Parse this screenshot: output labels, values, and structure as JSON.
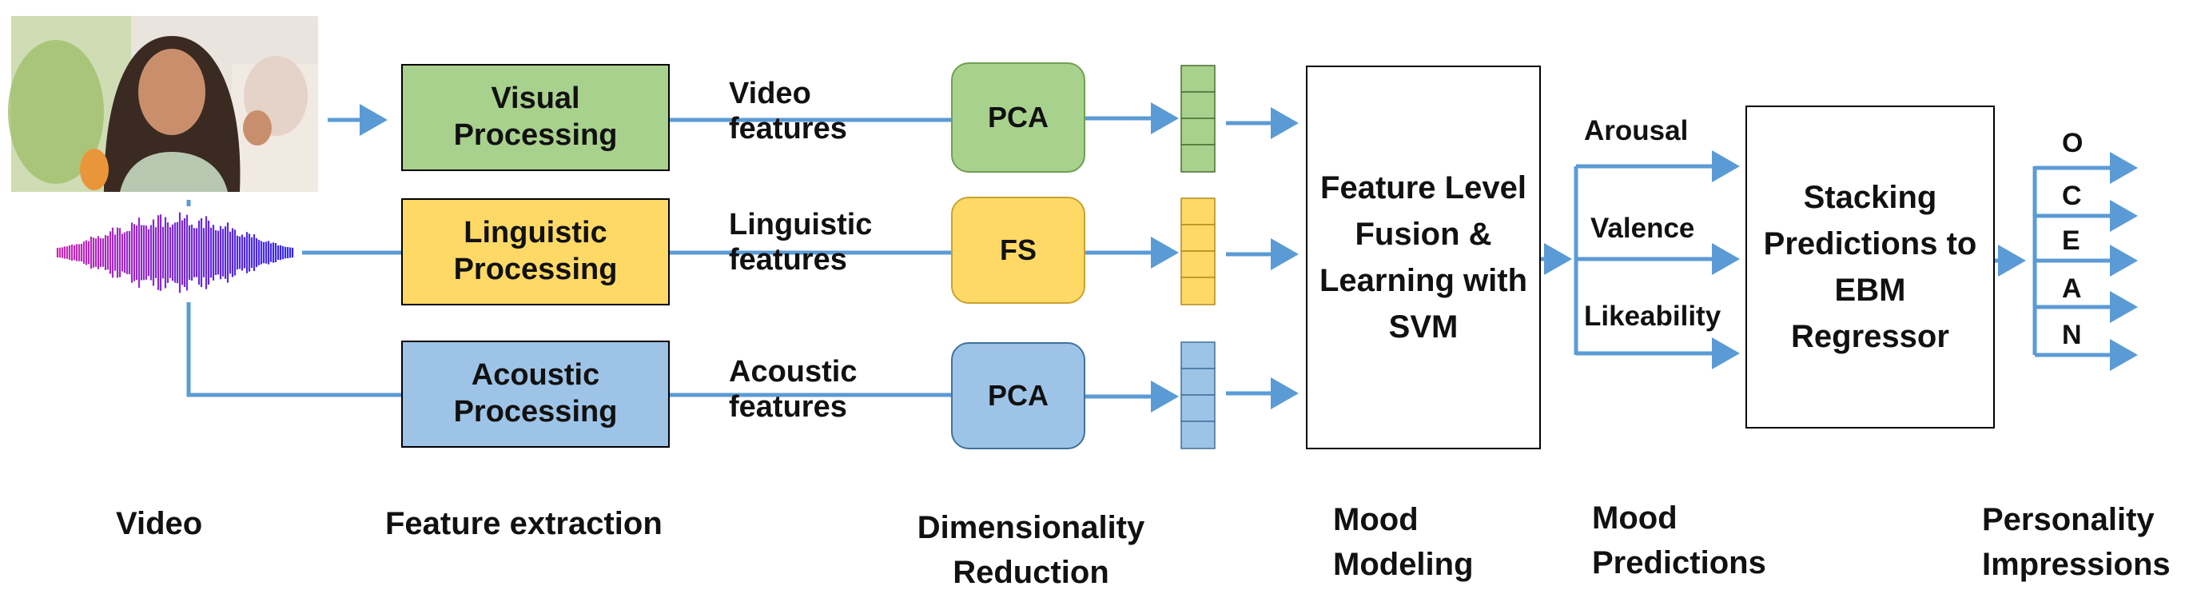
{
  "colors": {
    "arrow": "#5b9bd5",
    "visual_fill": "#a9d18e",
    "linguistic_fill": "#ffd966",
    "acoustic_fill": "#9dc3e6",
    "box_border": "#000000",
    "pca_border_green": "#6f9f4f",
    "fs_border": "#c9a230",
    "pca_border_blue": "#41719c"
  },
  "icons": {
    "video_thumbnail": "video-thumbnail-image",
    "audio_waveform": "audio-waveform-icon"
  },
  "processing": {
    "visual": "Visual\nProcessing",
    "linguistic": "Linguistic\nProcessing",
    "acoustic": "Acoustic\nProcessing"
  },
  "features": {
    "video": "Video\nfeatures",
    "linguistic": "Linguistic\nfeatures",
    "acoustic": "Acoustic\nfeatures"
  },
  "reduction": {
    "visual": "PCA",
    "linguistic": "FS",
    "acoustic": "PCA"
  },
  "fusion_box": "Feature Level\nFusion &\nLearning with\nSVM",
  "mood": {
    "arousal": "Arousal",
    "valence": "Valence",
    "likeability": "Likeability"
  },
  "stacking_box": "Stacking\nPredictions to\nEBM\nRegressor",
  "ocean": [
    "O",
    "C",
    "E",
    "A",
    "N"
  ],
  "stages": {
    "video": "Video",
    "feature_extraction": "Feature extraction",
    "dim_reduction": "Dimensionality\nReduction",
    "mood_modeling": "Mood\nModeling",
    "mood_predictions": "Mood\nPredictions",
    "personality": "Personality\nImpressions"
  }
}
